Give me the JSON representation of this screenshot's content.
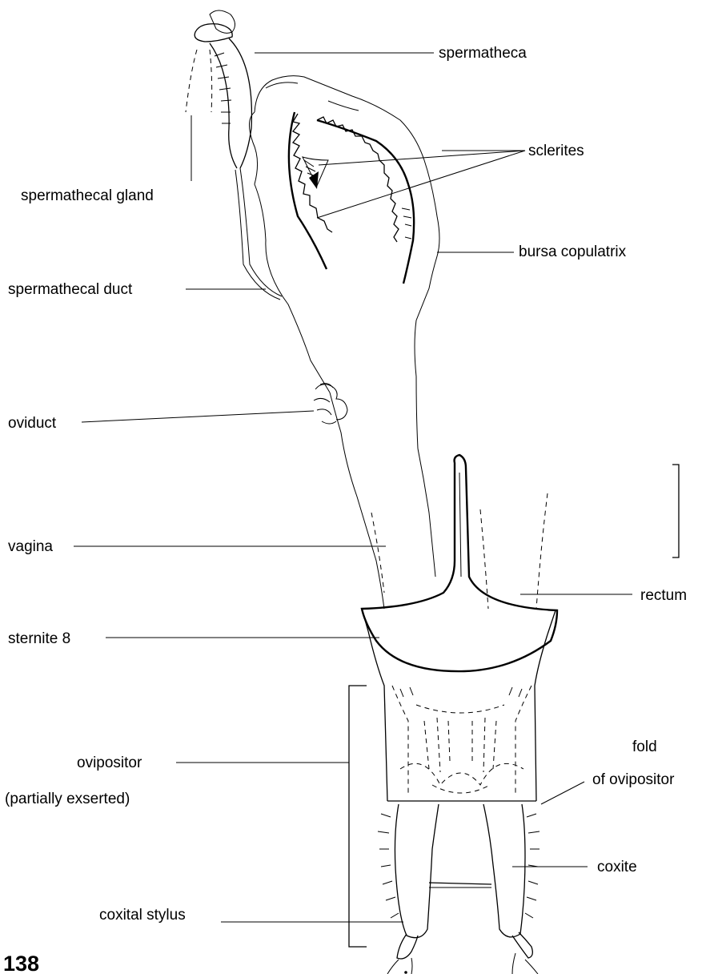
{
  "figure_number": "138",
  "colors": {
    "ink": "#000000",
    "paper": "#ffffff"
  },
  "labels": {
    "spermatheca": "spermatheca",
    "sclerites": "sclerites",
    "spermathecal_gland": "spermathecal gland",
    "bursa_copulatrix": "bursa copulatrix",
    "spermathecal_duct": "spermathecal duct",
    "oviduct": "oviduct",
    "vagina": "vagina",
    "rectum": "rectum",
    "sternite_8": "sternite 8",
    "ovipositor": "ovipositor",
    "ovipositor_note": "(partially exserted)",
    "fold_line1": "fold",
    "fold_line2": "of ovipositor",
    "coxite": "coxite",
    "coxital_stylus": "coxital stylus"
  }
}
